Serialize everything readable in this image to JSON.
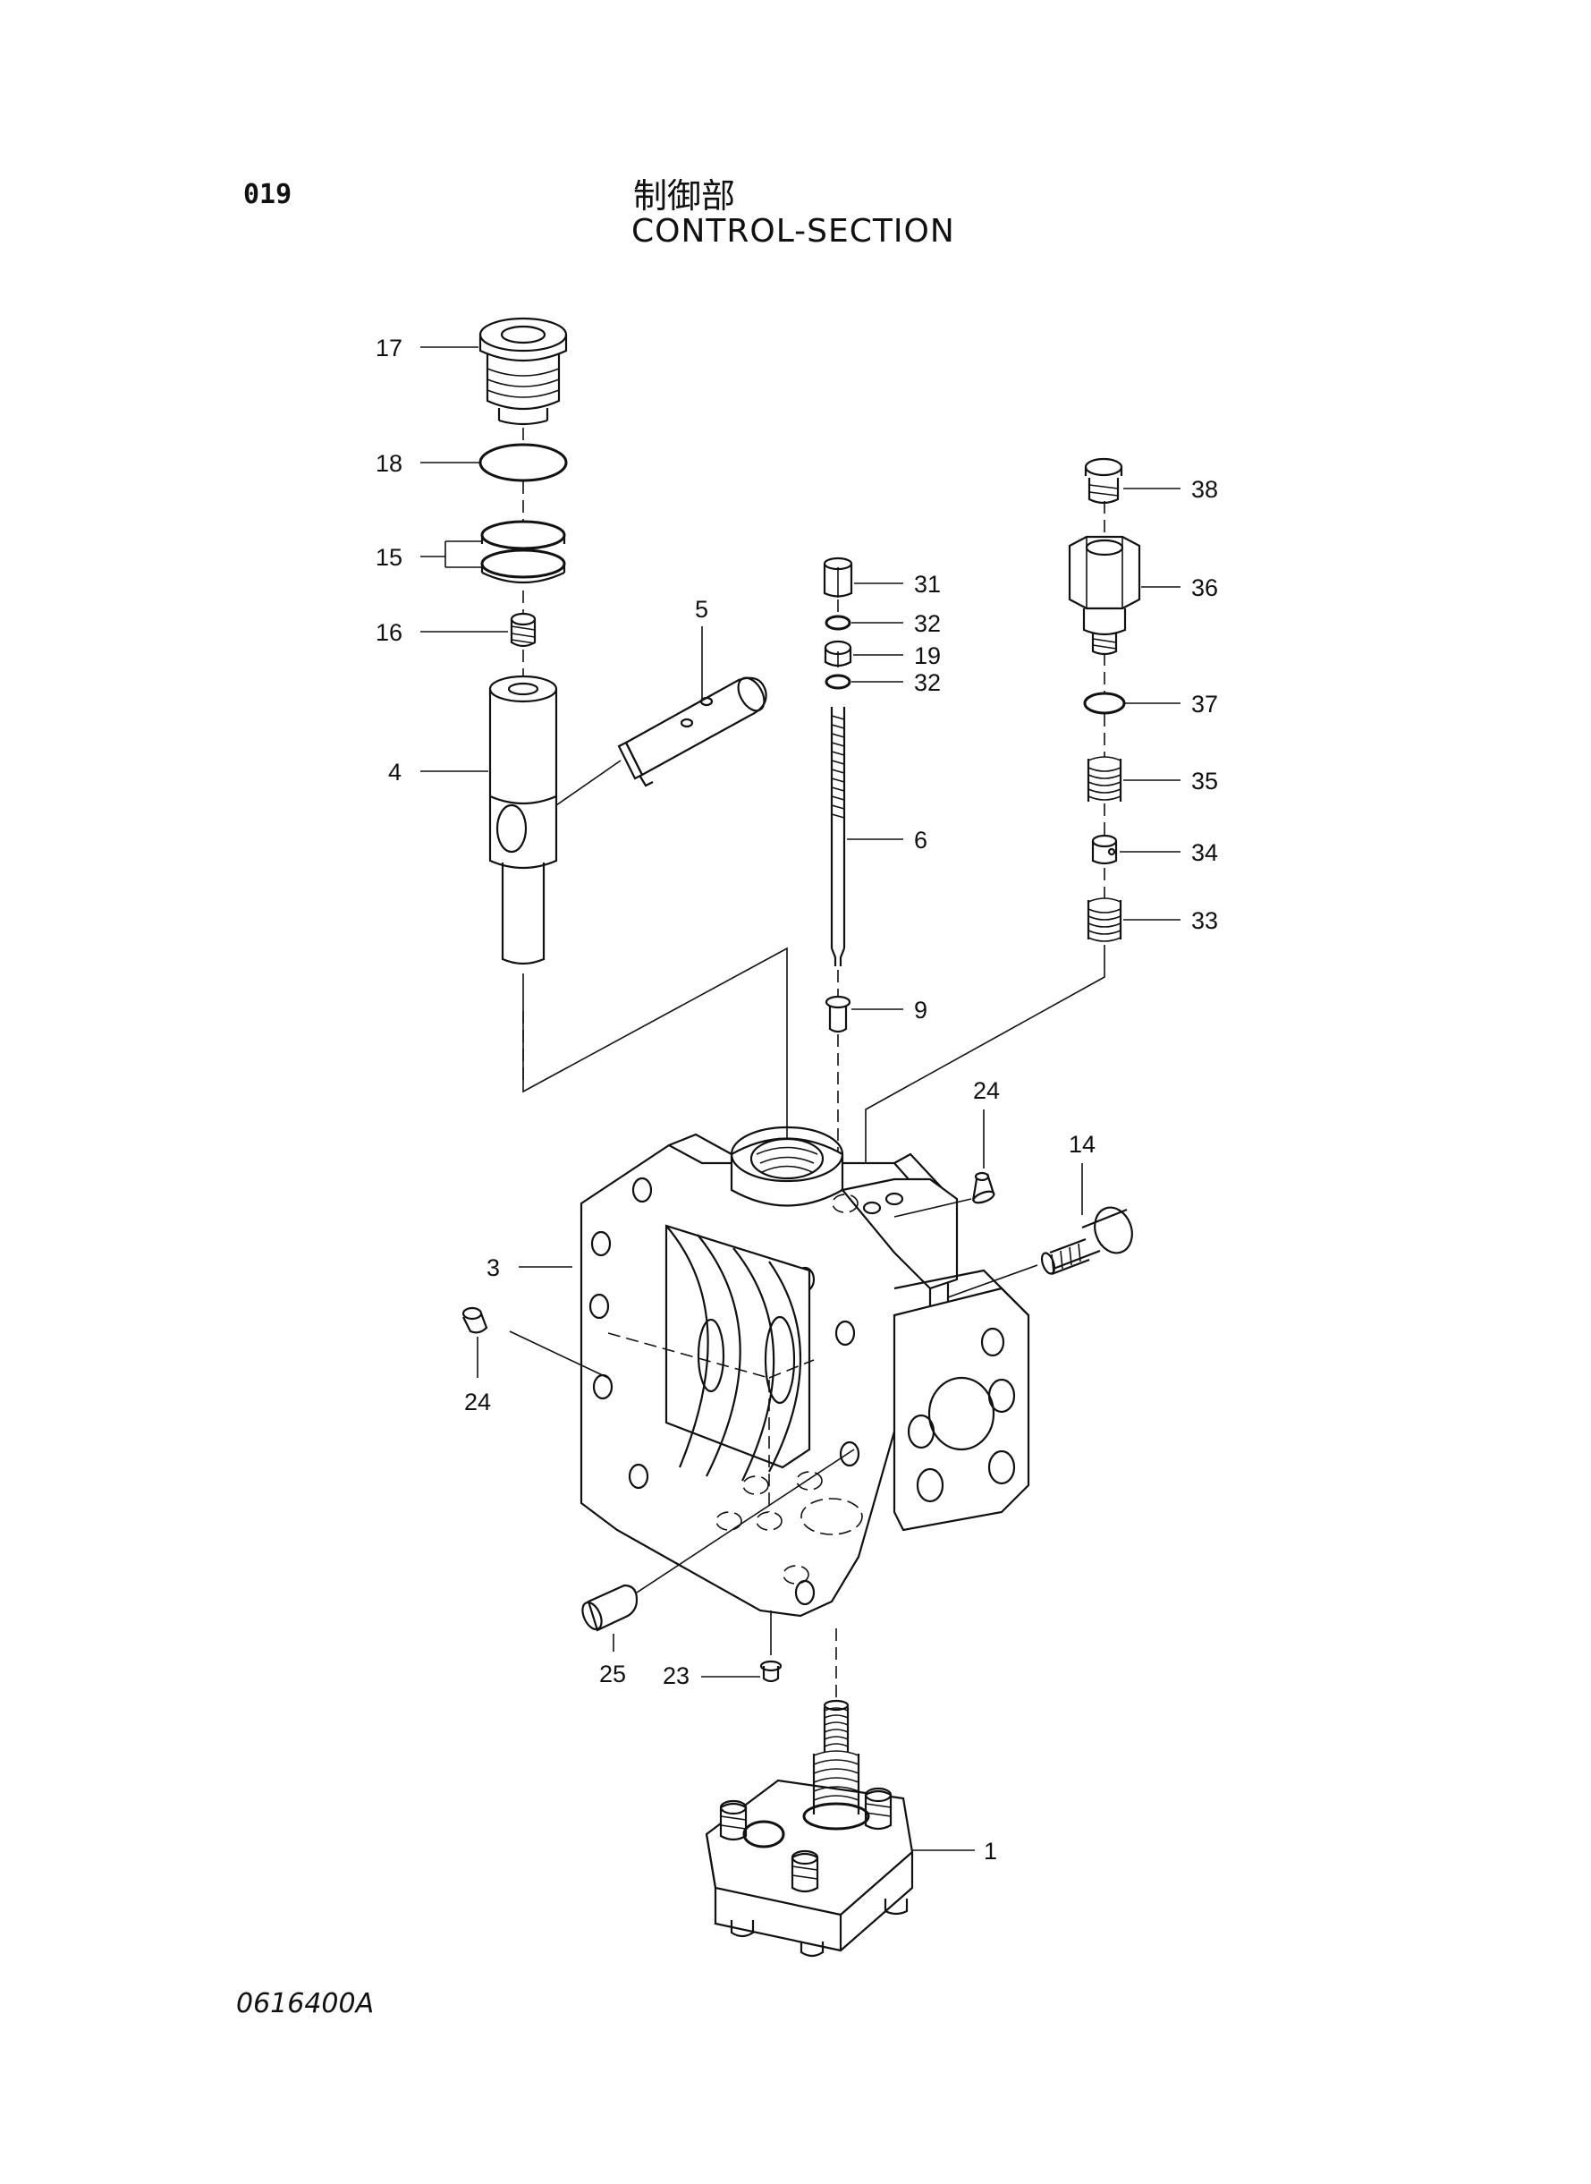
{
  "header": {
    "page_number": "019",
    "title_jp": "制御部",
    "title_en": "CONTROL-SECTION"
  },
  "footer": {
    "doc_code": "0616400A"
  },
  "callouts": {
    "c17": "17",
    "c18": "18",
    "c15": "15",
    "c16": "16",
    "c4": "4",
    "c5": "5",
    "c31": "31",
    "c32a": "32",
    "c19": "19",
    "c32b": "32",
    "c6": "6",
    "c9": "9",
    "c38": "38",
    "c36": "36",
    "c37": "37",
    "c35": "35",
    "c34": "34",
    "c33": "33",
    "c24a": "24",
    "c14": "14",
    "c3": "3",
    "c24b": "24",
    "c25": "25",
    "c23": "23",
    "c1": "1"
  }
}
